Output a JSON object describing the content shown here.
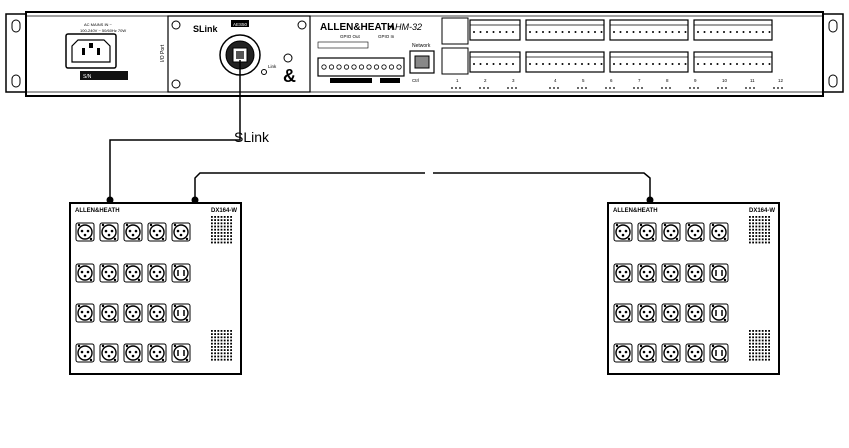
{
  "rack_unit": {
    "power_label_1": "AC MAINS IN ~",
    "power_label_2": "100-240V ~ 50/60Hz 70W",
    "serial_label": "S/N",
    "io_port_label": "I/O Port",
    "slink_label": "SLink",
    "aes_badge": "AES50",
    "link_label": "Link",
    "brand": "ALLEN&HEATH",
    "model": "AHM-32",
    "gpio_out_label": "GPIO Out",
    "gpio_in_label": "GPIO In",
    "network_label": "Network",
    "ctrl_label": "Ctrl",
    "channel_numbers": [
      "1",
      "2",
      "3",
      "4",
      "5",
      "6",
      "7",
      "8",
      "9",
      "10",
      "11",
      "12"
    ]
  },
  "connection_label": "SLink",
  "expanders": [
    {
      "brand": "ALLEN&HEATH",
      "model": "DX164-W"
    },
    {
      "brand": "ALLEN&HEATH",
      "model": "DX164-W"
    }
  ],
  "colors": {
    "line": "#000000",
    "panel_edge": "#111111",
    "panel_fill": "#ffffff"
  }
}
